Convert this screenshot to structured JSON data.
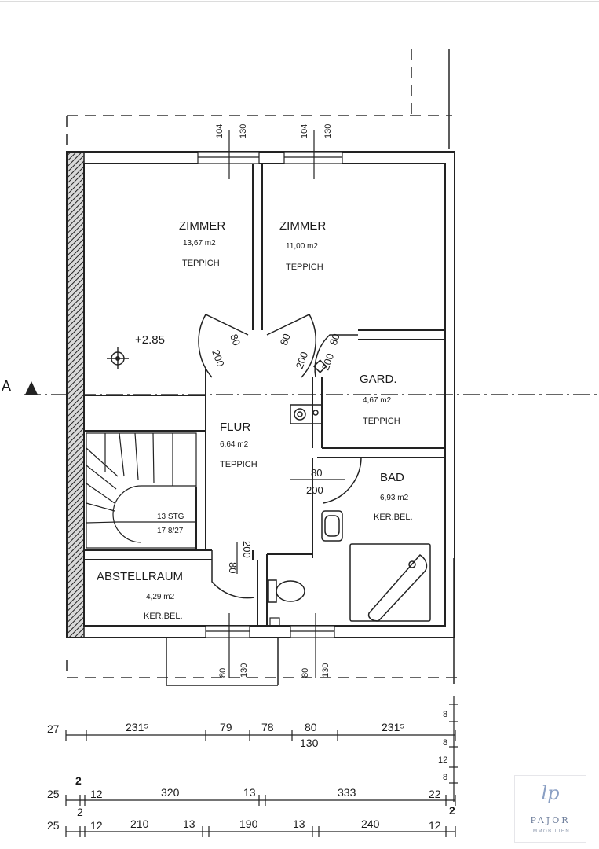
{
  "rooms": [
    {
      "name": "ZIMMER",
      "area": "13,67 m2",
      "floor": "TEPPICH"
    },
    {
      "name": "ZIMMER",
      "area": "11,00 m2",
      "floor": "TEPPICH"
    },
    {
      "name": "GARD.",
      "area": "4,67 m2",
      "floor": "TEPPICH"
    },
    {
      "name": "FLUR",
      "area": "6,64 m2",
      "floor": "TEPPICH"
    },
    {
      "name": "BAD",
      "area": "6,93 m2",
      "floor": "KER.BEL."
    },
    {
      "name": "ABSTELLRAUM",
      "area": "4,29 m2",
      "floor": "KER.BEL."
    }
  ],
  "stair": {
    "line1": "13 STG",
    "line2": "17 8/27"
  },
  "elevation": "+2.85",
  "section_marker": "A",
  "windows": {
    "top_left": {
      "a": "104",
      "b": "130"
    },
    "top_right": {
      "a": "104",
      "b": "130"
    },
    "bottom_left": {
      "a": "80",
      "b": "130"
    },
    "bottom_right": {
      "a": "80",
      "b": "130"
    }
  },
  "doors": {
    "zimmer1": {
      "a": "80",
      "b": "200"
    },
    "zimmer2": {
      "a": "80",
      "b": "200"
    },
    "gard": {
      "a": "80",
      "b": "200"
    },
    "bad": {
      "a": "80",
      "b": "200"
    },
    "abstell": {
      "a": "80",
      "b": "200"
    }
  },
  "dimensions": {
    "row1": [
      "27",
      "231⁵",
      "79",
      "78",
      "80",
      "130",
      "231⁵"
    ],
    "row2": [
      "25",
      "2",
      "12",
      "320",
      "13",
      "333",
      "22",
      "2"
    ],
    "row3": [
      "25",
      "2",
      "12",
      "210",
      "13",
      "190",
      "13",
      "240",
      "12"
    ],
    "right": [
      "8",
      "8",
      "12",
      "8"
    ]
  },
  "logo": {
    "mark": "lp",
    "name": "PAJOR",
    "subtitle": "IMMOBILIEN"
  }
}
